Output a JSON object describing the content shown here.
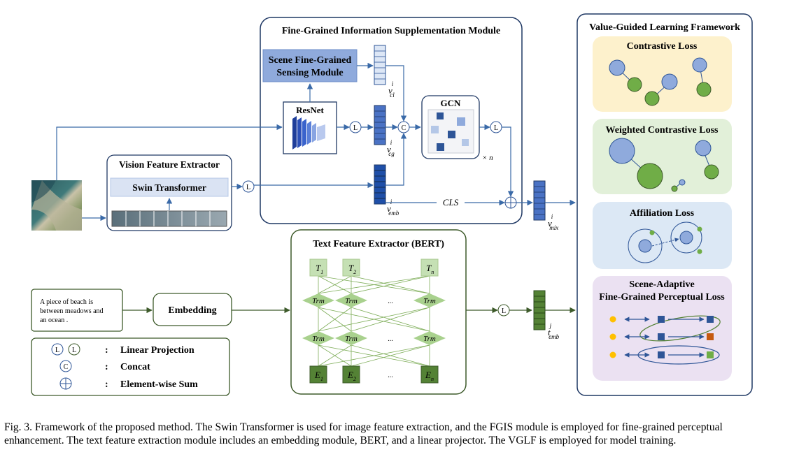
{
  "modules": {
    "fgis_title": "Fine-Grained Information Supplementation Module",
    "scene_sensing_line1": "Scene Fine-Grained",
    "scene_sensing_line2": "Sensing Module",
    "resnet": "ResNet",
    "gcn": "GCN",
    "gcn_repeat": "× n",
    "cls": "CLS",
    "vision_extractor_title": "Vision Feature Extractor",
    "swin": "Swin Transformer",
    "text_extractor_title": "Text Feature Extractor (BERT)",
    "embedding": "Embedding",
    "input_text_line1": "A piece of beach is",
    "input_text_line2": "between meadows and",
    "input_text_line3": "an ocean ."
  },
  "vectors": {
    "v_cl": {
      "base": "v",
      "sup": "i",
      "sub": "cl"
    },
    "v_cg": {
      "base": "v",
      "sup": "i",
      "sub": "cg"
    },
    "v_emb": {
      "base": "v",
      "sup": "i",
      "sub": "emb"
    },
    "v_mix": {
      "base": "v",
      "sup": "i",
      "sub": "mix"
    },
    "t_emb": {
      "base": "t",
      "sup": "j",
      "sub": "emb"
    }
  },
  "operators": {
    "linear": "L",
    "concat": "C"
  },
  "bert": {
    "outputs": [
      {
        "base": "T",
        "sub": "1"
      },
      {
        "base": "T",
        "sub": "2"
      },
      {
        "base": "T",
        "sub": "n"
      }
    ],
    "layer_label": "Trm",
    "inputs": [
      {
        "base": "E",
        "sub": "1"
      },
      {
        "base": "E",
        "sub": "2"
      },
      {
        "base": "E",
        "sub": "n"
      }
    ],
    "ellipsis": "..."
  },
  "legend": {
    "separator": ":",
    "items": [
      {
        "label": "Linear Projection"
      },
      {
        "label": "Concat"
      },
      {
        "label": "Element-wise Sum"
      }
    ]
  },
  "vglf": {
    "title": "Value-Guided Learning Framework",
    "losses": [
      {
        "title": "Contrastive Loss",
        "bg": "#fdf1cc"
      },
      {
        "title": "Weighted Contrastive Loss",
        "bg": "#e2f0d9"
      },
      {
        "title": "Affiliation Loss",
        "bg": "#dce8f5"
      },
      {
        "title_line1": "Scene-Adaptive",
        "title_line2": "Fine-Grained Perceptual Loss",
        "bg": "#ebe1f2"
      }
    ]
  },
  "colors": {
    "module_border": "#1f3864",
    "text_border": "#2f4f1f",
    "blue_node": "#8faadc",
    "green_node": "#70ad47",
    "dark_blue": "#2e5597",
    "orange": "#ffc000",
    "red_square": "#c55a11",
    "arrow": "#3a6aa8"
  },
  "caption": "Fig. 3.  Framework of the proposed method. The Swin Transformer is used for image feature extraction, and the FGIS module is employed for fine-grained perceptual enhancement. The text feature extraction module includes an embedding module, BERT, and a linear projector. The VGLF is employed for model training."
}
